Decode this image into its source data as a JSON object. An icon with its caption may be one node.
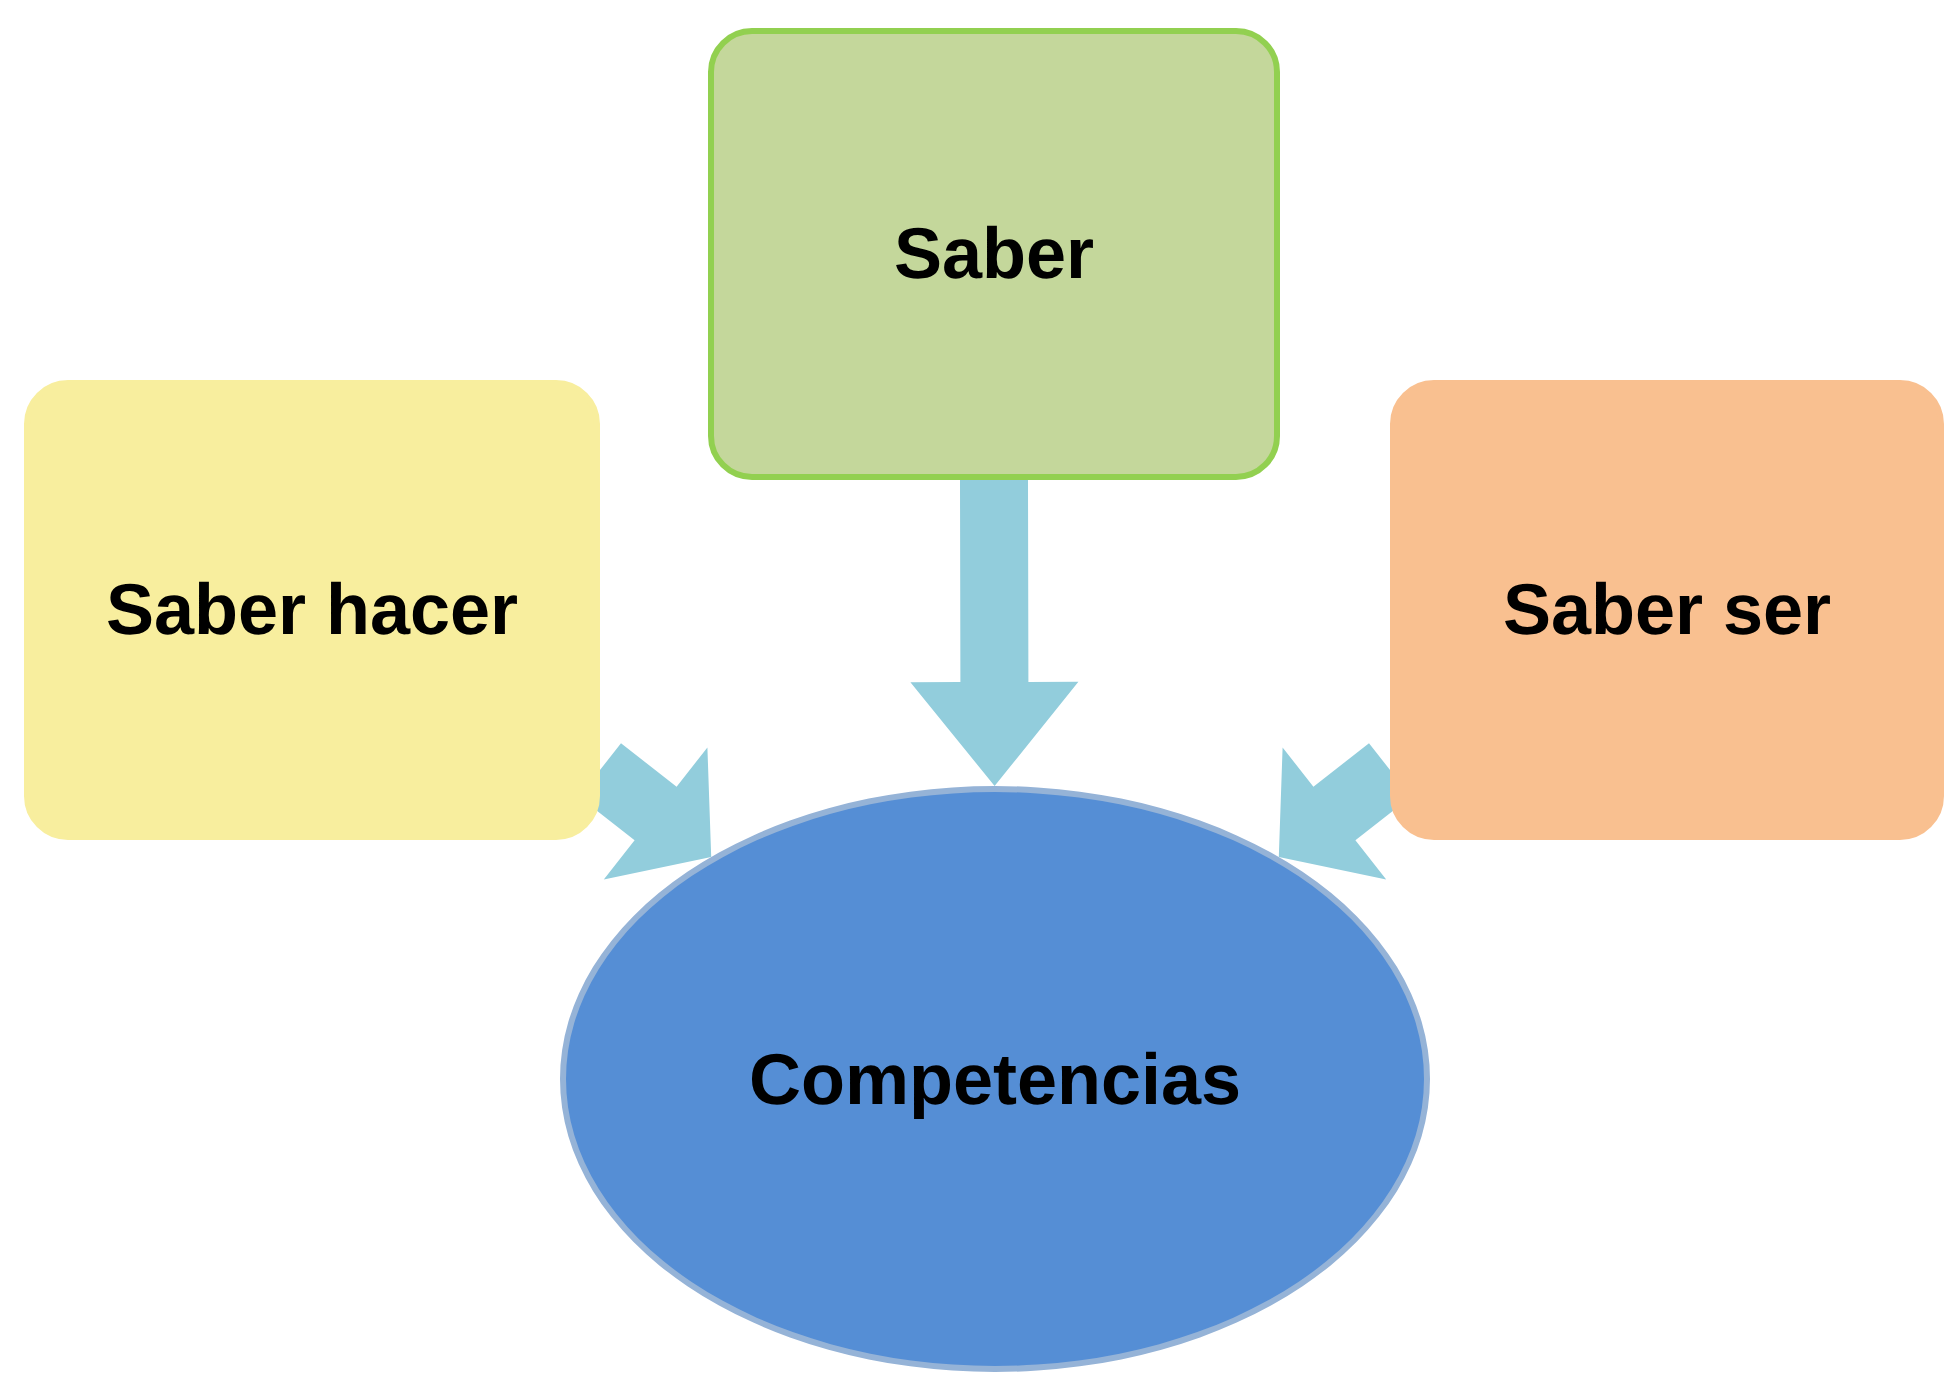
{
  "diagram": {
    "nodes": [
      {
        "text": [
          "Saber"
        ]
      },
      {
        "text": [
          "Saber hacer"
        ]
      },
      {
        "text": [
          "Saber ser"
        ]
      },
      {
        "text": [
          "Competencias"
        ]
      }
    ],
    "edges": [
      {
        "from": 0,
        "to": 3,
        "arrow": "to"
      },
      {
        "from": 1,
        "to": 3,
        "arrow": "to"
      },
      {
        "from": 2,
        "to": 3,
        "arrow": "to"
      }
    ]
  }
}
